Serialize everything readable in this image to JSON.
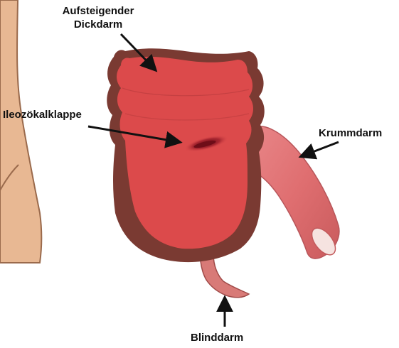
{
  "labels": {
    "ascending_colon_line1": "Aufsteigender",
    "ascending_colon_line2": "Dickdarm",
    "ileocecal_valve": "Ileozökalklappe",
    "ileum": "Krummdarm",
    "cecum": "Blinddarm"
  },
  "colors": {
    "colon_fill": "#dc4a4b",
    "colon_outline": "#7a3a32",
    "ileum_fill": "#df6e70",
    "appendix_fill": "#d87a77",
    "skin": "#e8b893",
    "skin_outline": "#9a6a4c",
    "valve": "#8a1a24",
    "text": "#111111"
  }
}
